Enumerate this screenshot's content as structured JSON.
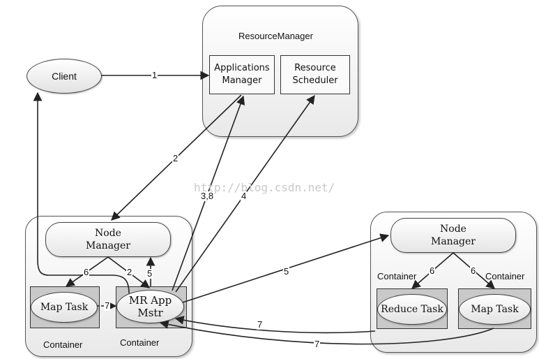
{
  "resource_manager": {
    "title": "ResourceManager",
    "applications_manager": "Applications Manager",
    "resource_scheduler": "Resource Scheduler"
  },
  "client": {
    "label": "Client"
  },
  "left_node": {
    "node_manager": "Node Manager",
    "map_task": "Map Task",
    "mr_app_mstr": "MR App Mstr",
    "container_left": "Container",
    "container_right": "Container"
  },
  "right_node": {
    "node_manager": "Node Manager",
    "container_left": "Container",
    "container_right": "Container",
    "reduce_task": "Reduce Task",
    "map_task": "Map Task"
  },
  "steps": {
    "s1": "1",
    "s2_rm": "2",
    "s38": "3,8",
    "s4": "4",
    "s5_right": "5",
    "s6_left": "6",
    "s2_nm": "2",
    "s5_nm": "5",
    "s7_map": "7",
    "s6_right_a": "6",
    "s6_right_b": "6",
    "s7_reduce": "7",
    "s7_map_right": "7"
  },
  "watermark": "http://blog.csdn.net/"
}
